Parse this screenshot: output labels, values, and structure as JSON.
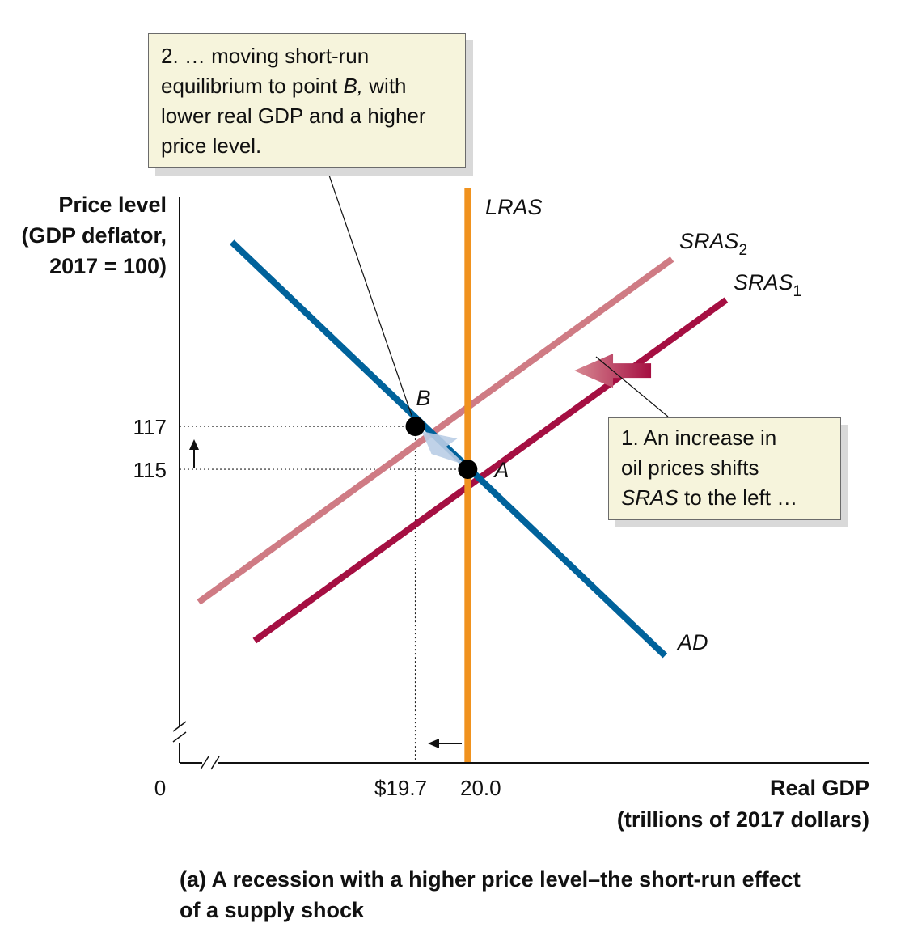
{
  "chart_data": {
    "type": "line",
    "title": "",
    "caption_lines": [
      "(a) A recession with a higher price level–the short-run effect",
      "of a supply shock"
    ],
    "ylabel_lines": [
      "Price level",
      "(GDP deflator,",
      "2017 = 100)"
    ],
    "xlabel_lines": [
      "Real GDP",
      "(trillions of 2017 dollars)"
    ],
    "origin_label": "0",
    "x_ticks": [
      {
        "value": 19.7,
        "label": "$19.7"
      },
      {
        "value": 20.0,
        "label": "20.0"
      }
    ],
    "y_ticks": [
      {
        "value": 117,
        "label": "117"
      },
      {
        "value": 115,
        "label": "115"
      }
    ],
    "xlim": [
      18.35,
      22.3
    ],
    "ylim": [
      101.3,
      128.1
    ],
    "axis_breaks": true,
    "grid": false,
    "series": [
      {
        "name": "LRAS",
        "color": "#f0921e",
        "points": [
          [
            20.0,
            101.3
          ],
          [
            20.0,
            128.1
          ]
        ]
      },
      {
        "name": "AD",
        "color": "#00629b",
        "points": [
          [
            18.65,
            125.6
          ],
          [
            21.13,
            106.3
          ]
        ]
      },
      {
        "name": "SRAS",
        "subscript": "1",
        "color": "#a50f42",
        "points": [
          [
            18.78,
            107.0
          ],
          [
            21.48,
            122.9
          ]
        ]
      },
      {
        "name": "SRAS",
        "subscript": "2",
        "color": "#cf7b84",
        "points": [
          [
            18.46,
            108.8
          ],
          [
            21.17,
            124.8
          ]
        ]
      }
    ],
    "points": [
      {
        "label": "A",
        "x": 20.0,
        "y": 115
      },
      {
        "label": "B",
        "x": 19.7,
        "y": 117
      }
    ],
    "shift": {
      "from_x": 21.05,
      "to_x": 20.61,
      "y": 119.6
    }
  },
  "callouts": {
    "top": {
      "lines": [
        "2. … moving short-run",
        "equilibrium to point B, with",
        "lower real GDP and a higher",
        "price level."
      ]
    },
    "right": {
      "lines": [
        "1.  An increase in",
        "oil prices shifts",
        "SRAS to the left …"
      ]
    }
  }
}
